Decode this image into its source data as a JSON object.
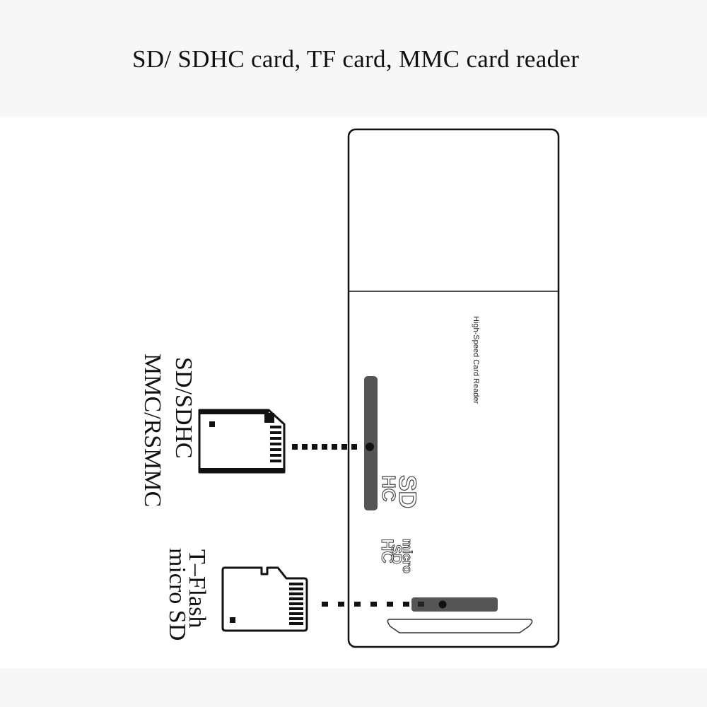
{
  "title": "SD/ SDHC card, TF card, MMC card reader",
  "reader": {
    "label": "High-Speed Card Reader",
    "logos": [
      "SD HC",
      "micro SD HC"
    ]
  },
  "cards": [
    {
      "line1": "SD/SDHC",
      "line2": "MMC/RSMMC"
    },
    {
      "line1": "T–Flash",
      "line2": "micro SD"
    }
  ],
  "colors": {
    "slot": "#555555",
    "outline": "#111111",
    "band": "#f7f7f7"
  }
}
